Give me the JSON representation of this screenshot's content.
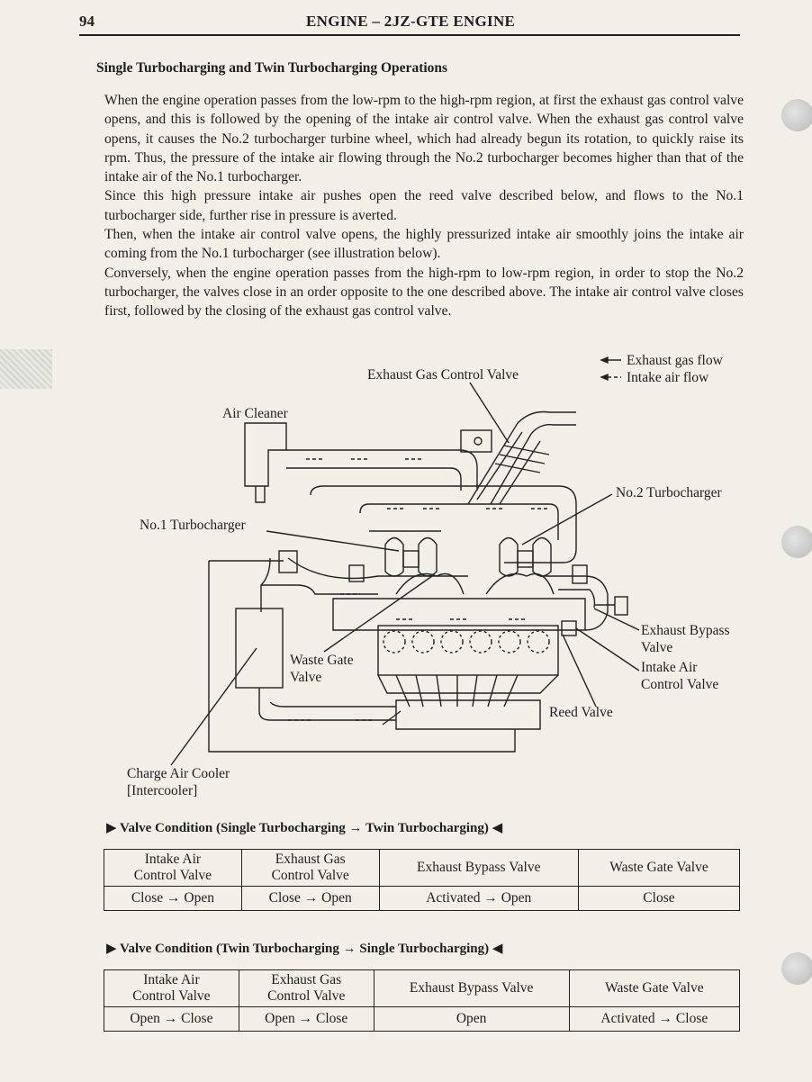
{
  "header": {
    "page_number": "94",
    "title": "ENGINE – 2JZ-GTE ENGINE"
  },
  "section_heading": "Single Turbocharging and Twin Turbocharging Operations",
  "paragraphs": [
    "When the engine operation passes from the low-rpm to the high-rpm region, at first the exhaust gas control valve opens, and this is followed by the opening of the intake air control valve. When the exhaust gas control valve opens, it causes the No.2 turbocharger turbine wheel, which had already begun its rotation, to quickly raise its rpm. Thus, the pressure of the intake air flowing through the No.2 turbocharger becomes higher than that of the intake air of the No.1 turbocharger.",
    "Since this high pressure intake air pushes open the reed valve described below, and flows to the No.1 turbocharger side, further rise in pressure is averted.",
    "Then, when the intake air control valve opens, the highly pressurized intake air smoothly joins the intake air coming from the No.1 turbocharger (see illustration below).",
    "Conversely, when the engine operation passes from the high-rpm to low-rpm region, in order to stop the No.2 turbocharger, the valves close in an order opposite to the one described above. The intake air control valve closes first, followed by the closing of the exhaust gas control valve."
  ],
  "diagram": {
    "legend": {
      "exhaust": "Exhaust gas flow",
      "intake": "Intake air flow"
    },
    "labels": {
      "exhaust_gas_control_valve": "Exhaust Gas Control Valve",
      "air_cleaner": "Air Cleaner",
      "no2_turbocharger": "No.2 Turbocharger",
      "no1_turbocharger": "No.1 Turbocharger",
      "exhaust_bypass_valve": [
        "Exhaust Bypass",
        "Valve"
      ],
      "intake_air_control_valve": [
        "Intake Air",
        "Control Valve"
      ],
      "waste_gate_valve": [
        "Waste Gate",
        "Valve"
      ],
      "reed_valve": "Reed Valve",
      "charge_air_cooler": [
        "Charge Air Cooler",
        "[Intercooler]"
      ]
    }
  },
  "tables": [
    {
      "heading": "Valve Condition (Single Turbocharging → Twin Turbocharging)",
      "columns": [
        [
          "Intake Air",
          "Control Valve"
        ],
        [
          "Exhaust Gas",
          "Control Valve"
        ],
        [
          "Exhaust Bypass Valve"
        ],
        [
          "Waste Gate Valve"
        ]
      ],
      "values": [
        "Close → Open",
        "Close → Open",
        "Activated → Open",
        "Close"
      ]
    },
    {
      "heading": "Valve Condition (Twin Turbocharging → Single Turbocharging)",
      "columns": [
        [
          "Intake Air",
          "Control Valve"
        ],
        [
          "Exhaust Gas",
          "Control Valve"
        ],
        [
          "Exhaust Bypass Valve"
        ],
        [
          "Waste Gate Valve"
        ]
      ],
      "values": [
        "Open → Close",
        "Open → Close",
        "Open",
        "Activated → Close"
      ]
    }
  ],
  "colors": {
    "paper": "#f1efe8",
    "ink": "#1e1e1e"
  }
}
